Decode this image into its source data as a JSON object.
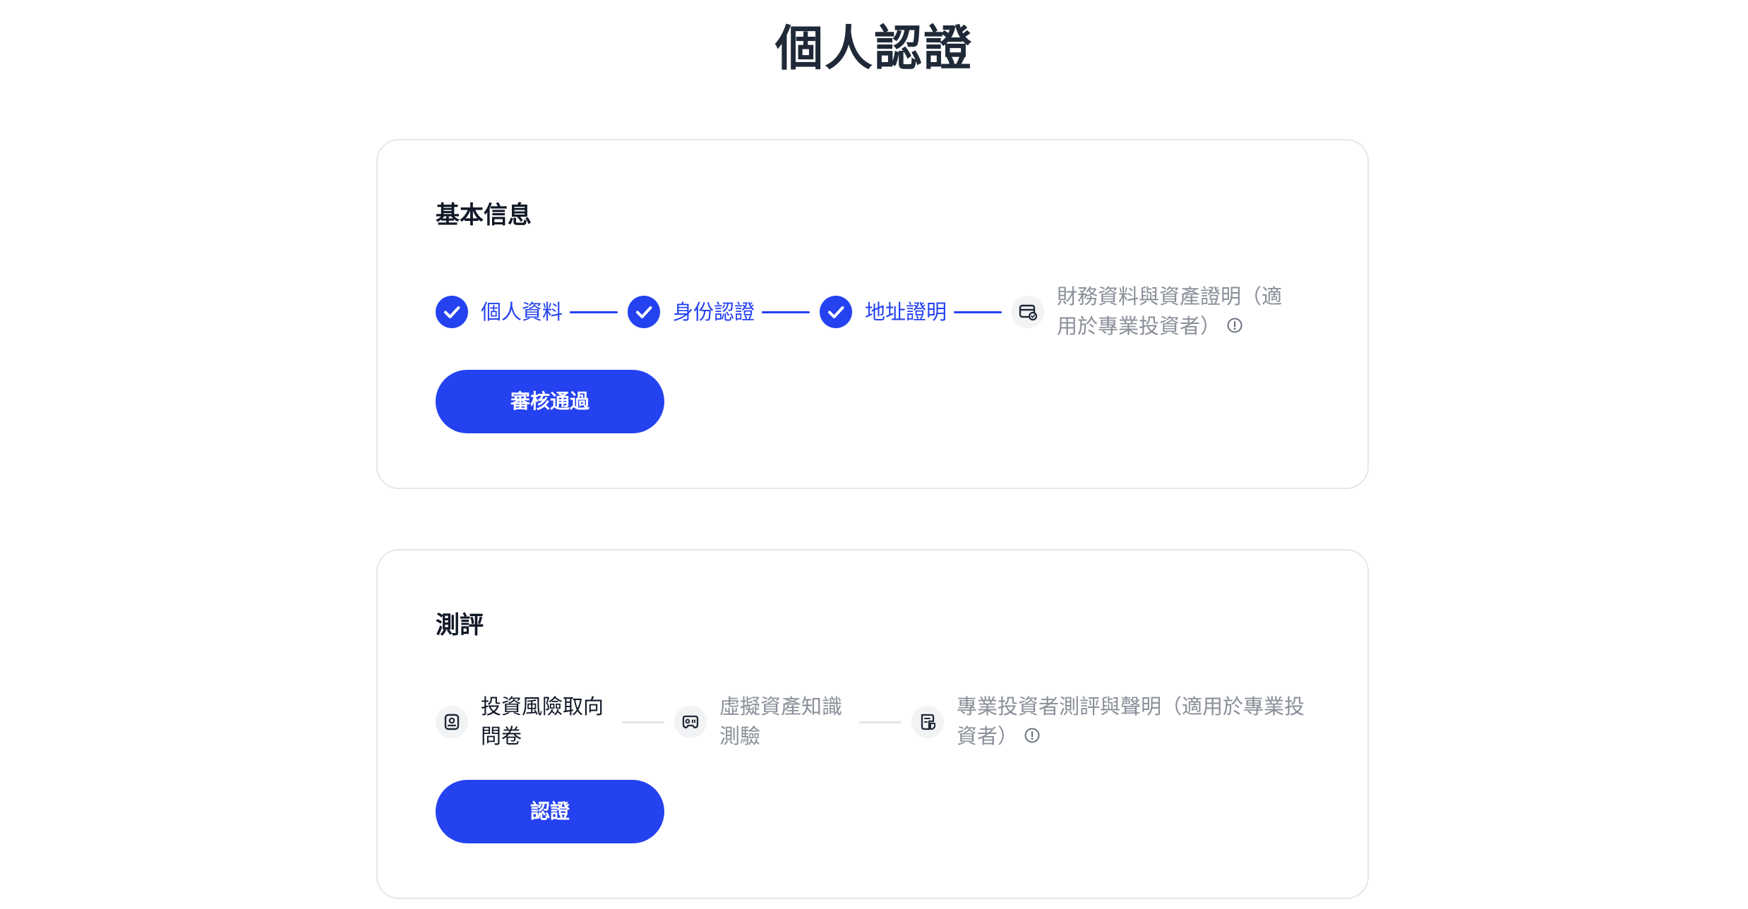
{
  "page": {
    "title": "個人認證"
  },
  "basic_info": {
    "title": "基本信息",
    "steps": [
      {
        "label": "個人資料",
        "status": "done",
        "icon": "check-icon"
      },
      {
        "label": "身份認證",
        "status": "done",
        "icon": "check-icon"
      },
      {
        "label": "地址證明",
        "status": "done",
        "icon": "check-icon"
      },
      {
        "label_line1": "財務資料與資產證明（適",
        "label_line2": "用於專業投資者）",
        "status": "pending",
        "icon": "card-icon",
        "has_info": true
      }
    ],
    "button_label": "審核通過"
  },
  "assessment": {
    "title": "測評",
    "steps": [
      {
        "label_line1": "投資風險取向",
        "label_line2": "問卷",
        "status": "active",
        "icon": "questionnaire-icon"
      },
      {
        "label_line1": "虛擬資產知識",
        "label_line2": "測驗",
        "status": "pending",
        "icon": "gamepad-icon"
      },
      {
        "label_line1": "專業投資者測評與聲明（適用於專業投",
        "label_line2": "資者）",
        "status": "pending",
        "icon": "document-icon",
        "has_info": true
      }
    ],
    "button_label": "認證"
  },
  "colors": {
    "accent": "#2442f0",
    "muted_text": "#8a8f99",
    "border": "#e5e7eb",
    "connector_pending": "#e3e5ea"
  }
}
